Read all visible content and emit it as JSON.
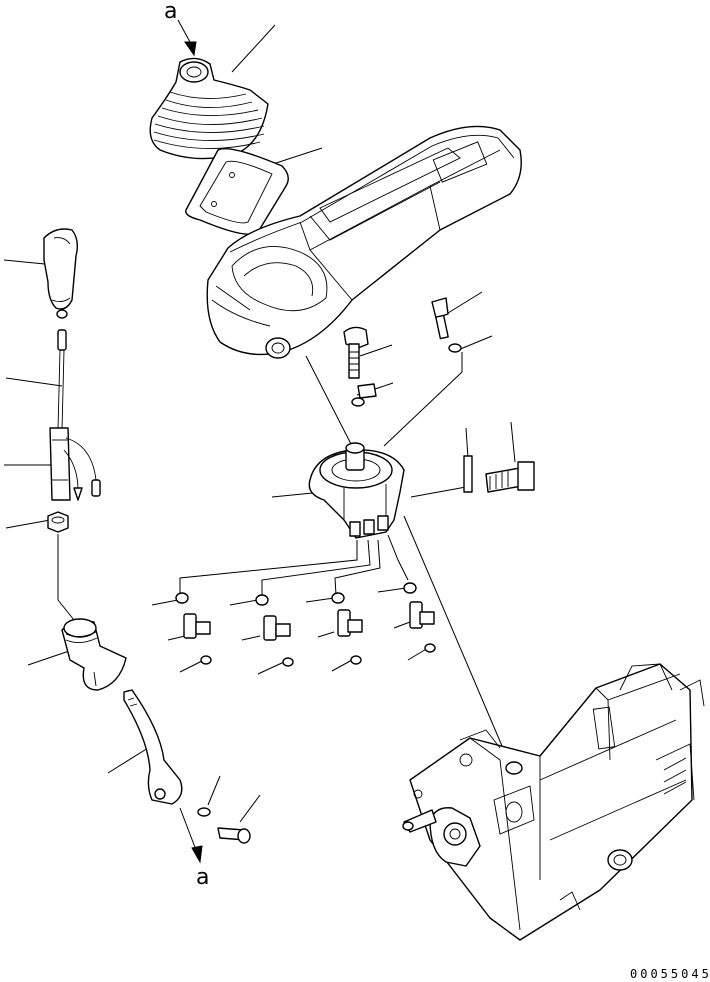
{
  "callouts": {
    "top": "a",
    "bottom": "a"
  },
  "document_number": "00055045",
  "colors": {
    "line": "#000000",
    "background": "#ffffff"
  }
}
